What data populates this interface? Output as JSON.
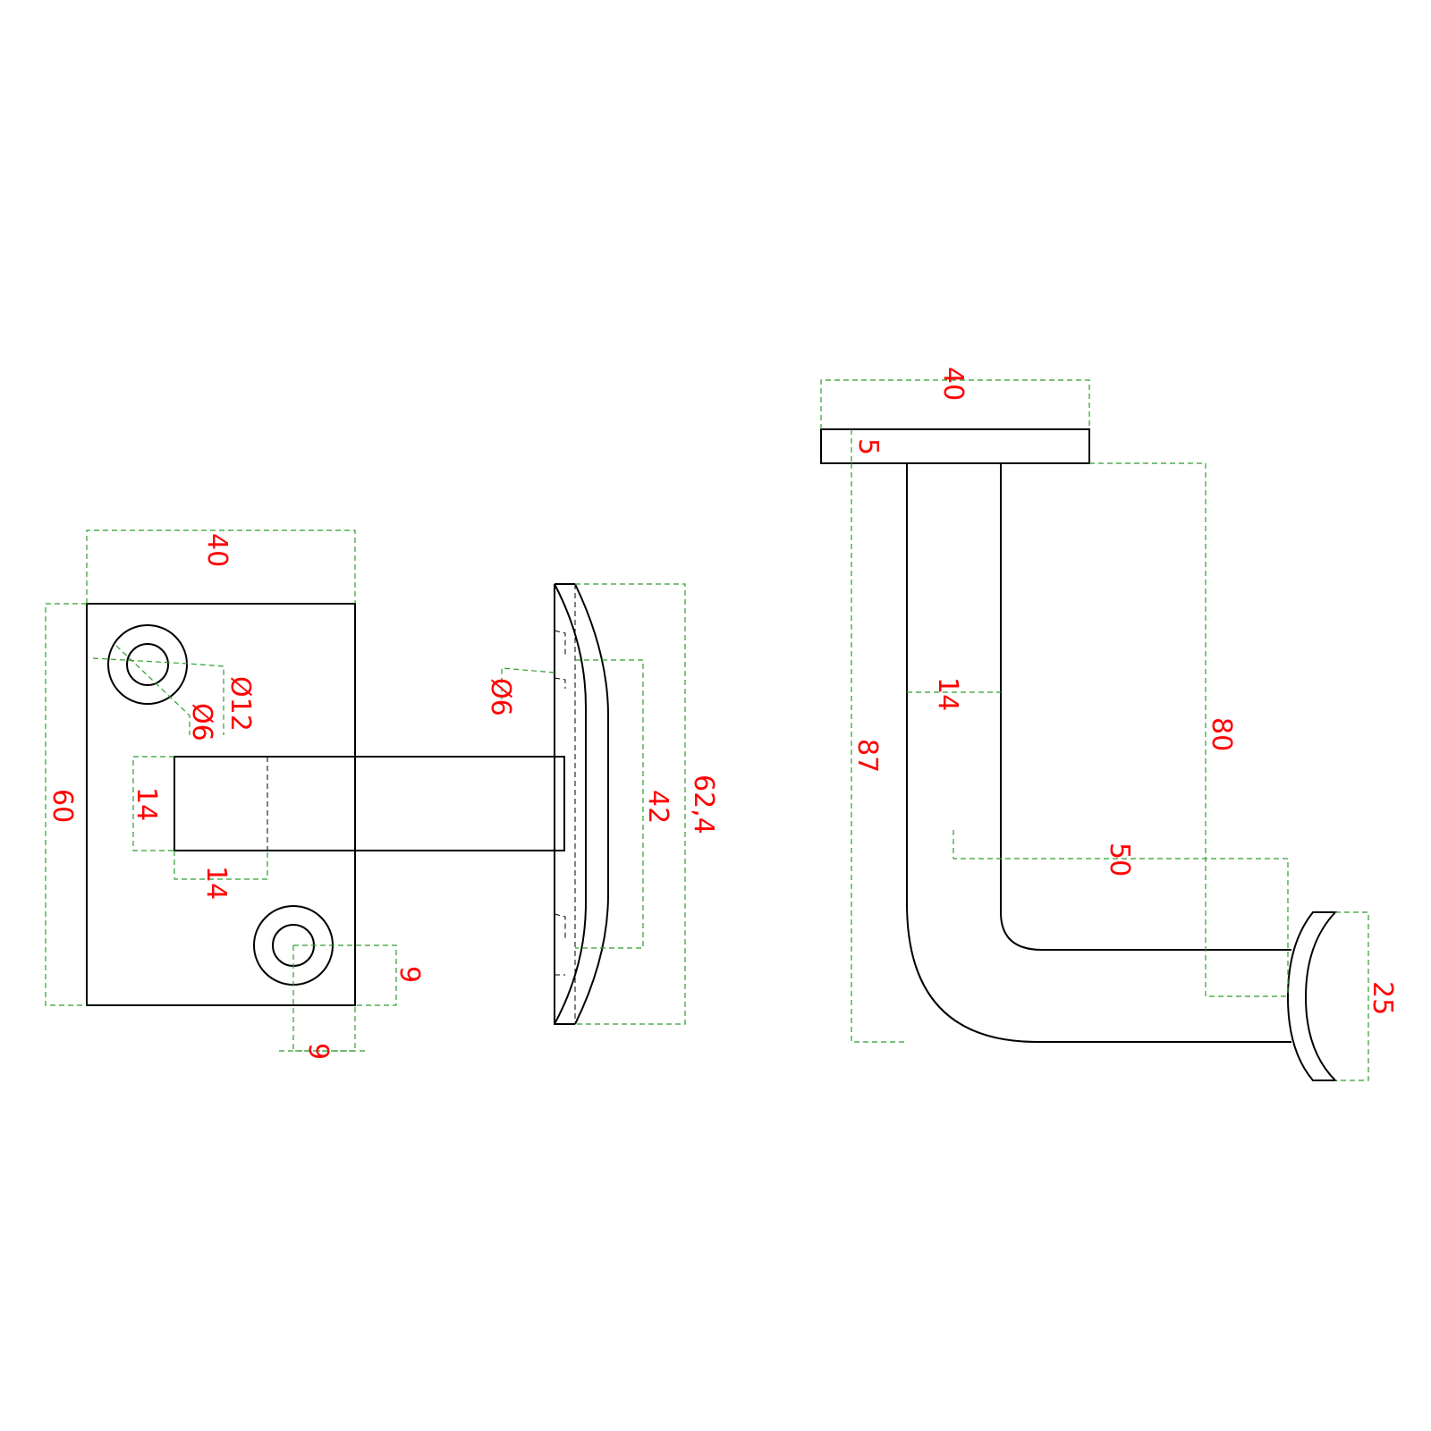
{
  "colors": {
    "geometry": "#000000",
    "dimension_line": "#2e9e2e",
    "dimension_text": "#ff0000",
    "background": "#ffffff"
  },
  "front_view": {
    "width": "40",
    "height": "60",
    "hole_outer": "Ø12",
    "hole_inner": "Ø6",
    "tube_height": "14",
    "tube_width": "14",
    "hole_offset_y": "9",
    "hole_offset_x": "9"
  },
  "saddle_view": {
    "hole": "Ø6",
    "inner_span": "42",
    "outer_span": "62,4"
  },
  "side_view": {
    "plate_width": "40",
    "plate_thickness": "5",
    "tube_diameter": "14",
    "total_height": "87",
    "arm_height": "80",
    "arm_reach": "50",
    "saddle_width": "25"
  }
}
